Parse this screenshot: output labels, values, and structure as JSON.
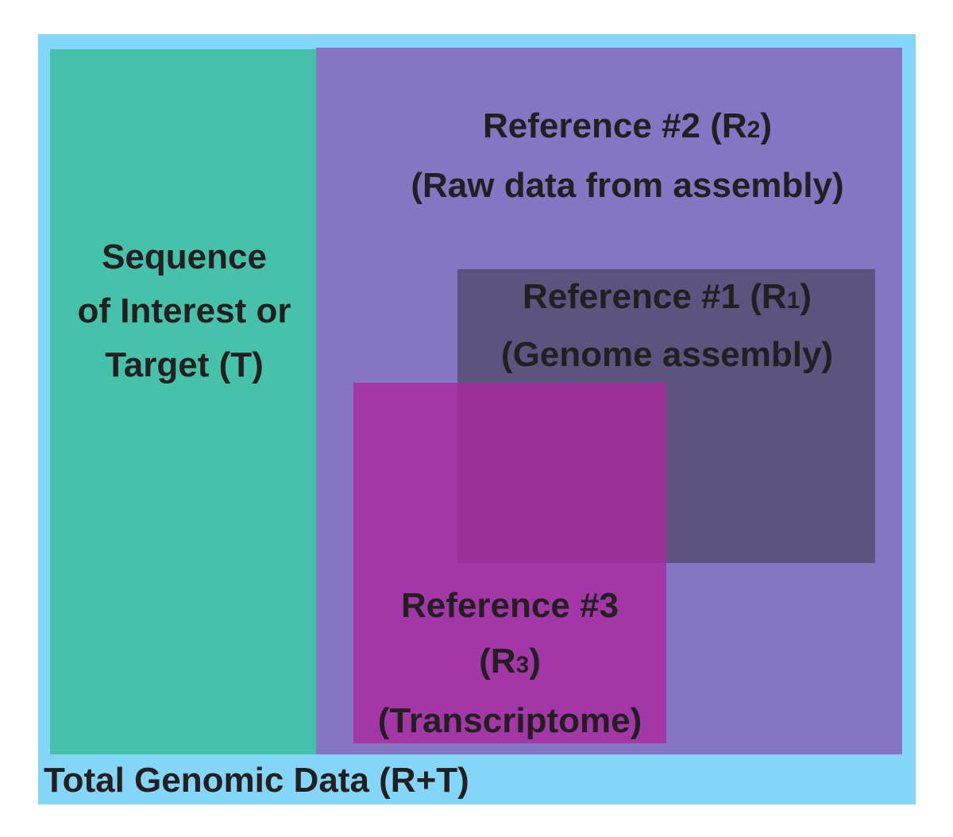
{
  "diagram": {
    "total": {
      "label": "Total Genomic Data (R+T)",
      "color": "#84d6f8"
    },
    "target": {
      "lines": [
        "Sequence",
        "of Interest or",
        "Target (T)"
      ],
      "color": "#46c1aa"
    },
    "reference2": {
      "line1_main": "Reference #2 (R",
      "line1_sub": "2",
      "line1_end": ")",
      "line2": "(Raw data from assembly)",
      "color": "#8576c4"
    },
    "reference1": {
      "line1_main": "Reference #1 (R",
      "line1_sub": "1",
      "line1_end": ")",
      "line2": "(Genome assembly)",
      "color": "#5e527f"
    },
    "reference3": {
      "line1": "Reference #3",
      "line2_main": "(R",
      "line2_sub": "3",
      "line2_end": ")",
      "line3": "(Transcriptome)",
      "color": "#aa28a0"
    }
  }
}
